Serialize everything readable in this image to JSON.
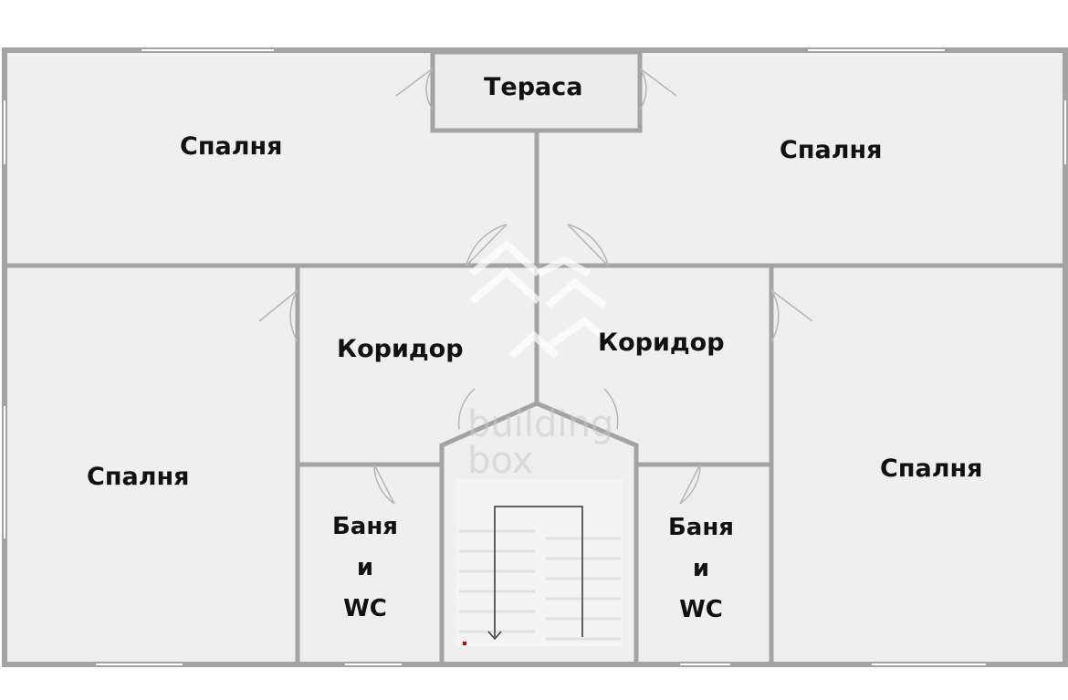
{
  "rooms": {
    "terrace": "Тераса",
    "bedroom_top_left": "Спалня",
    "bedroom_top_right": "Спалня",
    "corridor_left": "Коридор",
    "corridor_right": "Коридор",
    "bedroom_bottom_left": "Спалня",
    "bedroom_bottom_right": "Спалня",
    "bath_left": {
      "line1": "Баня",
      "line2": "и",
      "line3": "WC"
    },
    "bath_right": {
      "line1": "Баня",
      "line2": "и",
      "line3": "WC"
    }
  },
  "watermark": {
    "line1": "building",
    "line2": "box"
  },
  "colors": {
    "floor": "#efefef",
    "wall": "#a3a3a3",
    "stair_line": "#333333",
    "text": "#111111"
  }
}
